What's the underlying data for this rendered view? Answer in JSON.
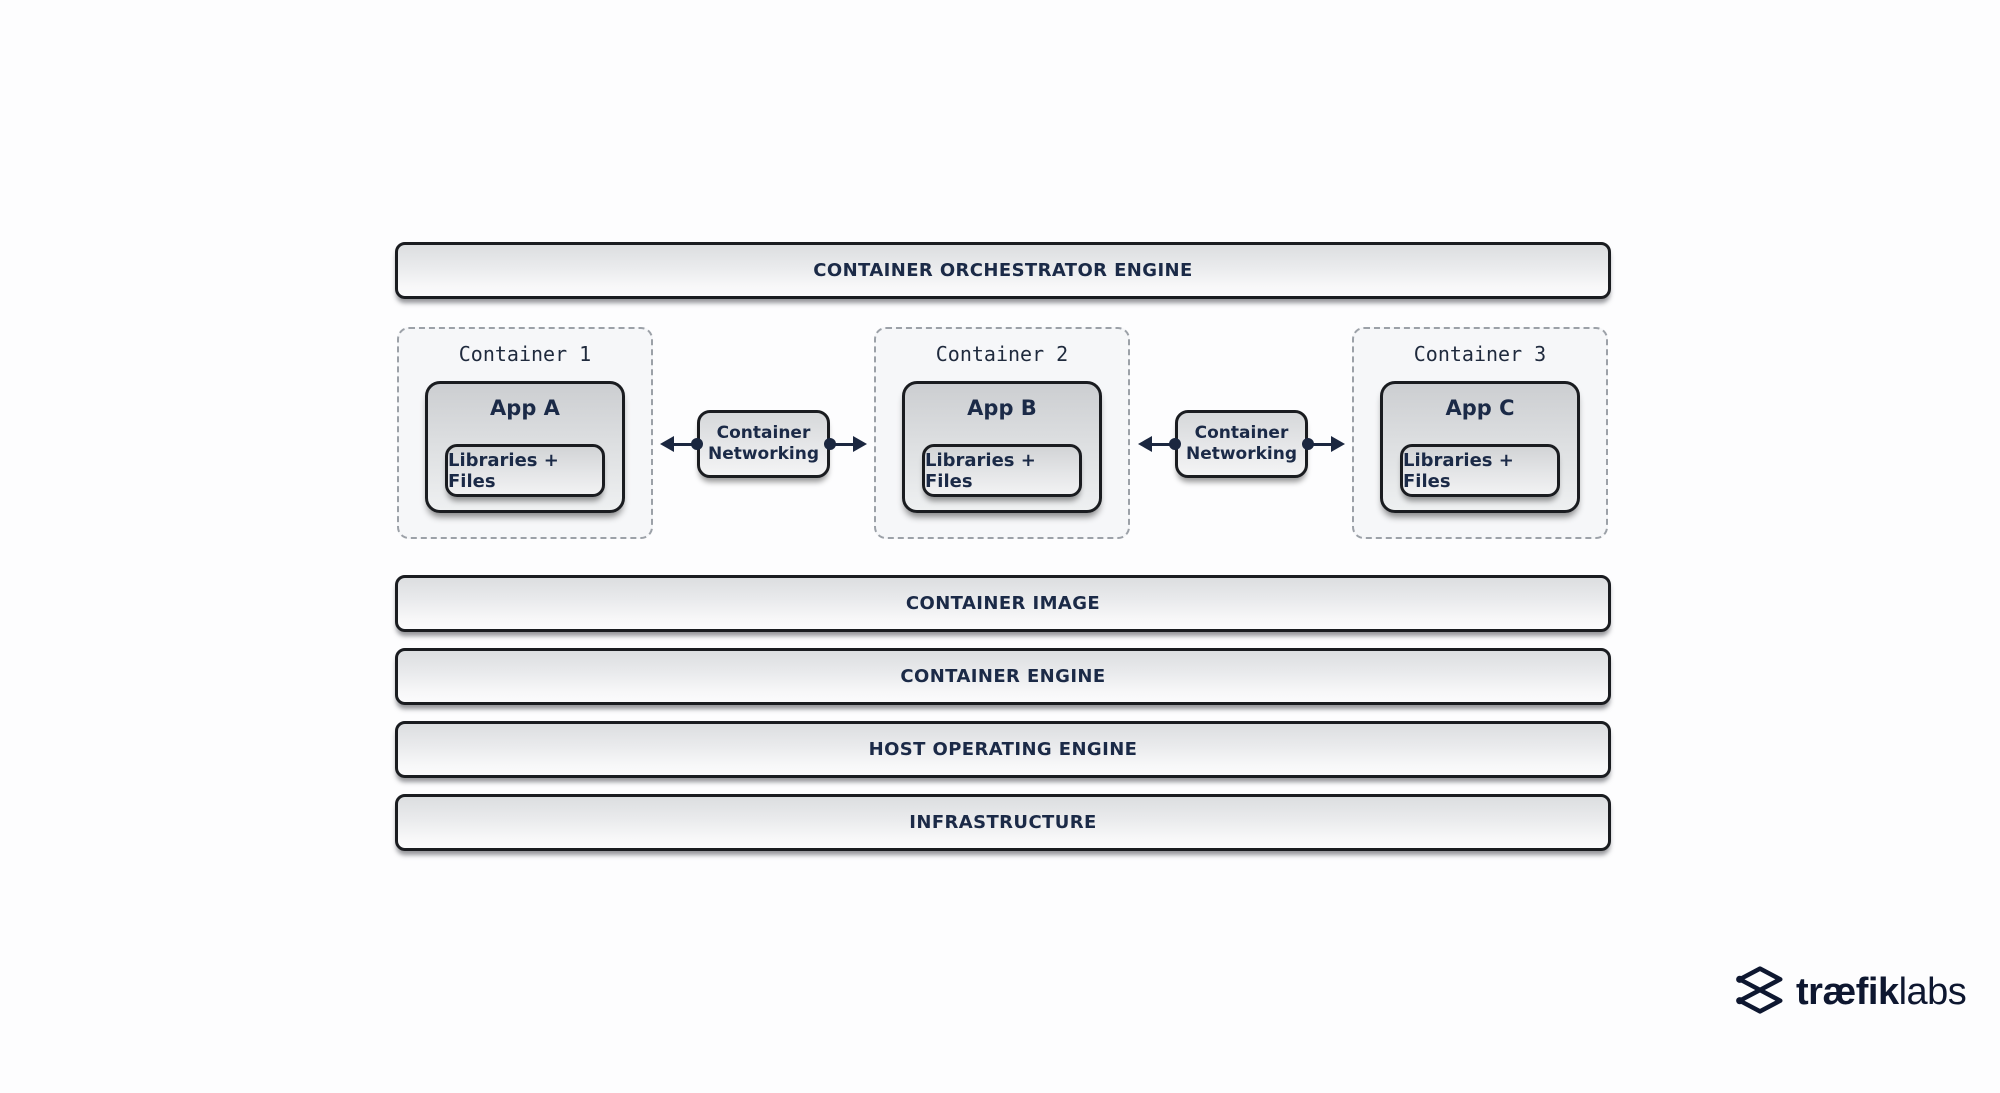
{
  "page": {
    "background": "#fdfdfe"
  },
  "colors": {
    "label_navy": "#1b2a47",
    "mono_navy": "#1f2a3d",
    "box_border": "#1a1c20",
    "dashed_border": "#9ca1a8",
    "arrow_navy": "#1b2740",
    "logo_navy": "#0e1730"
  },
  "orchestrator": {
    "label": "CONTAINER ORCHESTRATOR ENGINE"
  },
  "containers": [
    {
      "title": "Container 1",
      "app_label": "App A",
      "libraries_label": "Libraries + Files"
    },
    {
      "title": "Container 2",
      "app_label": "App B",
      "libraries_label": "Libraries + Files"
    },
    {
      "title": "Container 3",
      "app_label": "App C",
      "libraries_label": "Libraries + Files"
    }
  ],
  "networking": {
    "label": "Container Networking"
  },
  "layers": [
    {
      "label": "CONTAINER IMAGE"
    },
    {
      "label": "CONTAINER ENGINE"
    },
    {
      "label": "HOST OPERATING ENGINE"
    },
    {
      "label": "INFRASTRUCTURE"
    }
  ],
  "logo": {
    "brand_bold": "træfik",
    "brand_light": "labs"
  }
}
